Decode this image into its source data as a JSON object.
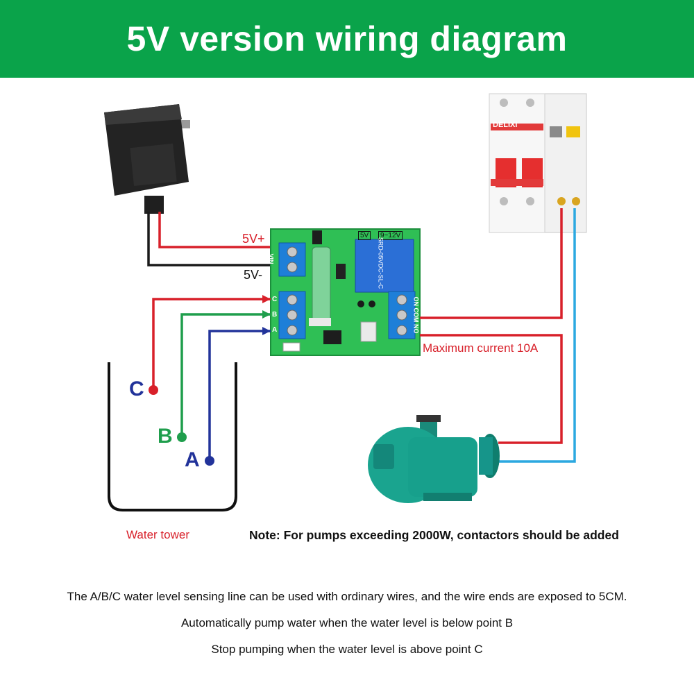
{
  "header": {
    "title": "5V version wiring diagram"
  },
  "power_labels": {
    "plus": "5V+",
    "minus": "5V-"
  },
  "board": {
    "vin_label": "VIN",
    "cba_labels": [
      "C",
      "B",
      "A"
    ],
    "out_label": "ON COM NO",
    "mode_5v": "5V",
    "mode_12v": "9~12V",
    "relay_text": "SRD-05VDC-SL-C"
  },
  "probes": {
    "c": "C",
    "b": "B",
    "a": "A"
  },
  "labels": {
    "max_current": "Maximum current 10A",
    "water_tower": "Water tower",
    "note": "Note: For pumps exceeding 2000W, contactors should be added"
  },
  "breaker": {
    "brand": "DELIXI"
  },
  "instructions": [
    "The A/B/C water level sensing line can be used with ordinary wires, and the wire ends are exposed to 5CM.",
    "Automatically pump water when the water level is below point B",
    "Stop pumping when the water level is above point C"
  ],
  "colors": {
    "banner": "#0aa34a",
    "red_wire": "#d8202a",
    "black_wire": "#1a1a1a",
    "green_wire": "#1f9e4c",
    "blue_wire": "#22339a",
    "light_blue_wire": "#2ca8e0",
    "board": "#2fbf55",
    "terminal": "#1e7fd8",
    "probe_c": "#d8202a",
    "probe_b": "#1f9e4c",
    "probe_a": "#22339a"
  }
}
